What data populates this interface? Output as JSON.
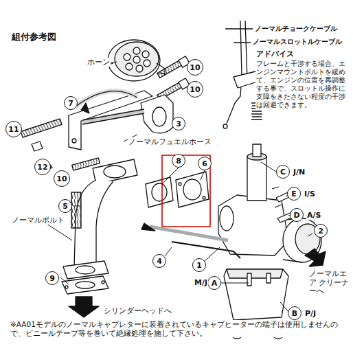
{
  "diagram": {
    "title": "組付参考図",
    "nodes": [
      {
        "text": [
          "10"
        ]
      },
      {
        "text": [
          "10"
        ]
      },
      {
        "text": [
          "7"
        ]
      },
      {
        "text": [
          "3"
        ]
      },
      {
        "text": [
          "11"
        ]
      },
      {
        "text": [
          "8"
        ]
      },
      {
        "text": [
          "6"
        ]
      },
      {
        "text": [
          "12"
        ]
      },
      {
        "text": [
          "C"
        ]
      },
      {
        "text": [
          "10"
        ]
      },
      {
        "text": [
          "E"
        ]
      },
      {
        "text": [
          "5"
        ]
      },
      {
        "text": [
          "D"
        ]
      },
      {
        "text": [
          "2"
        ]
      },
      {
        "text": [
          "4"
        ]
      },
      {
        "text": [
          "1"
        ]
      },
      {
        "text": [
          "9"
        ]
      },
      {
        "text": [
          "A"
        ]
      },
      {
        "text": [
          "B"
        ]
      }
    ],
    "labels": [
      "ノーマルチョークケーブル",
      "ノーマルスロットルケーブル",
      "アドバイス",
      "フレームと干渉する場合、エンジンマウントボルトを緩めて、エンジンの位置を再調整する事で、スロットル操作に支障をきたさない程度の干渉は回避できます。",
      "ホーン",
      "ノーマルフュエルホース",
      "J/N",
      "I/S",
      "A/S",
      "ノーマルボルト",
      "ノーマルエア クリーナーへ",
      "M/J",
      "P/J",
      "シリンダーヘッドへ",
      "※AA01モデルのノーマルキャブレターに装着されているキャブヒーターの端子は使用しませんので、ビニールテープ等を巻いて絶縁処理を施して下さい。"
    ]
  }
}
